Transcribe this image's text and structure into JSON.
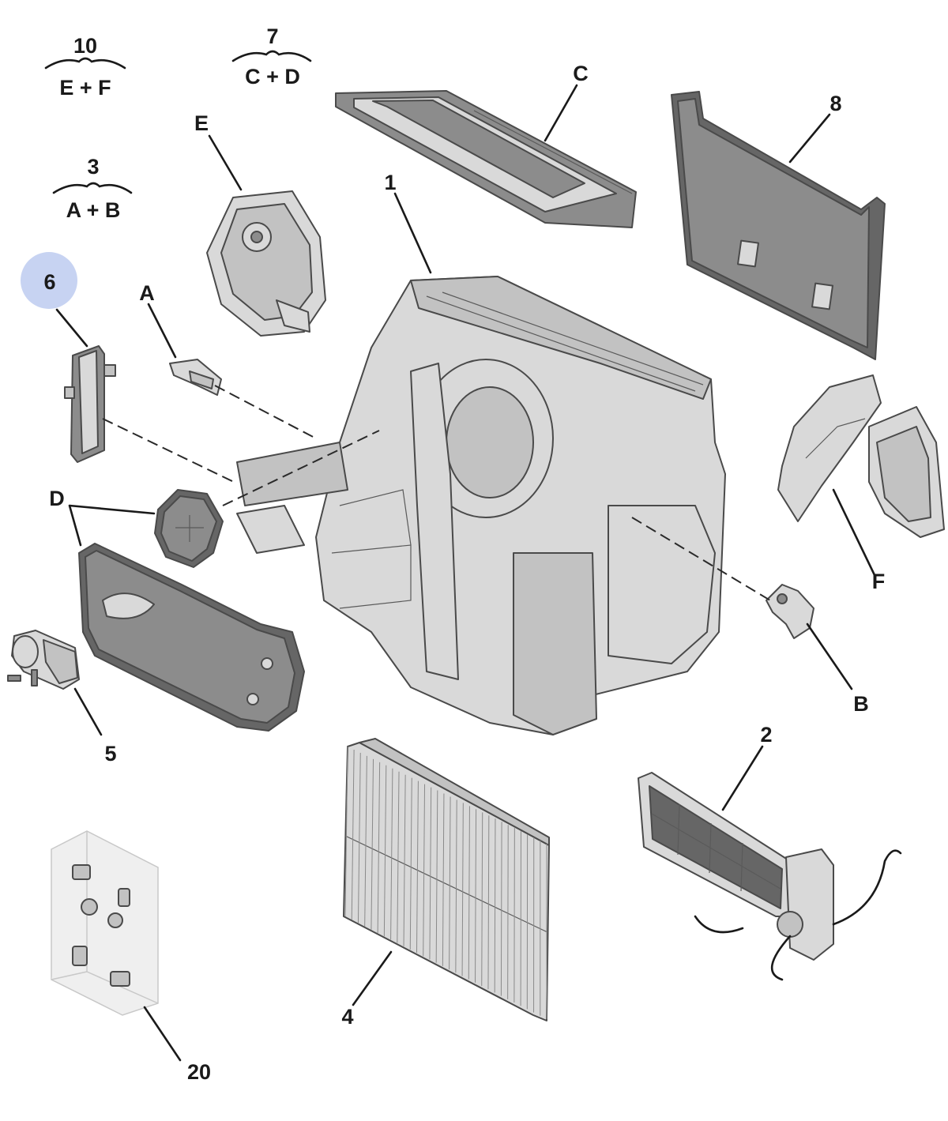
{
  "group_labels": {
    "g10": {
      "top": "10",
      "bottom": "E + F"
    },
    "g7": {
      "top": "7",
      "bottom": "C + D"
    },
    "g3": {
      "top": "3",
      "bottom": "A + B"
    }
  },
  "part_labels": {
    "p1": "1",
    "p2": "2",
    "p4": "4",
    "p5": "5",
    "p6": "6",
    "p8": "8",
    "p20": "20",
    "pA": "A",
    "pB": "B",
    "pC": "C",
    "pD": "D",
    "pE": "E",
    "pF": "F"
  },
  "highlight": {
    "part": "6",
    "color": "#c7d3f2"
  },
  "colors": {
    "label": "#1a1a1a",
    "part_light": "#d9d9d9",
    "part_dark": "#666666"
  }
}
